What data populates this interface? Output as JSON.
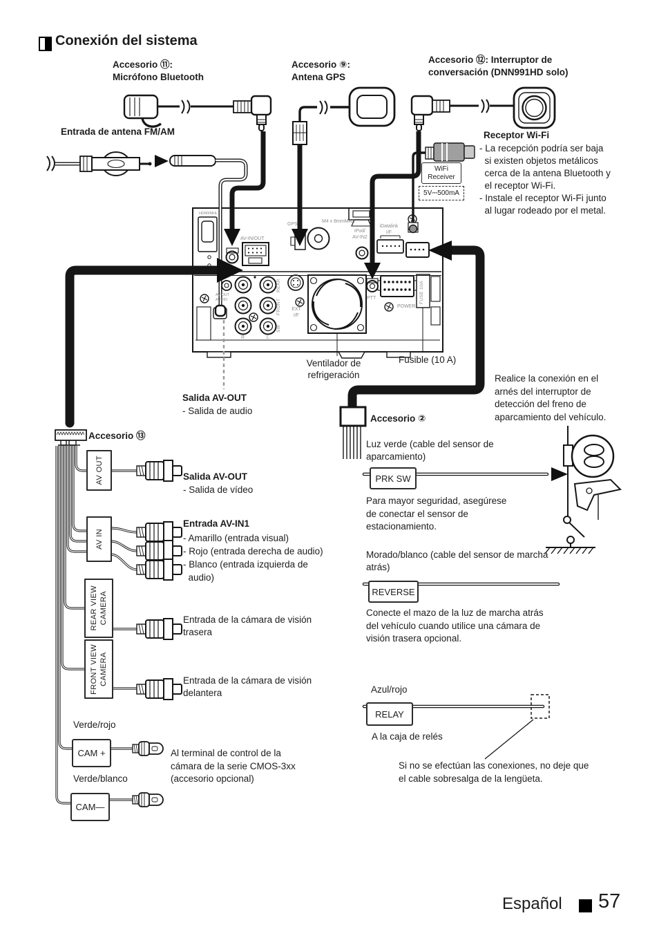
{
  "page": {
    "title": "Conexión del sistema",
    "footer": {
      "language": "Español",
      "page_number": "57"
    }
  },
  "top": {
    "acc11": "Accesorio ⑪:\nMicrófono Bluetooth",
    "acc9": "Accesorio ⑨:\nAntena GPS",
    "acc12": "Accesorio ⑫: Interruptor de\nconversación (DNN991HD solo)",
    "fm_antenna": "Entrada de antena FM/AM",
    "wifi_title": "Receptor Wi-Fi",
    "wifi_notes": "- La recepción podría ser baja\n  si existen objetos metálicos\n  cerca de la antena Bluetooth y\n  el receptor Wi-Fi.\n- Instale el receptor Wi-Fi junto\n  al lugar rodeado por el metal.",
    "wifi_receiver": "WiFi\nReceiver",
    "wifi_power": "5V⎓500mA"
  },
  "unit": {
    "hdmi": "HDMI/MHL",
    "av_in_out": "AV-IN/OUT",
    "gps": "GPS",
    "m4": "M4 x 8mmMAX",
    "ipod": "iPod/\nAV-IN2",
    "idatalink": "iDatalink\nI/F",
    "ptt": "PTT",
    "power": "POWER",
    "fuse_side": "FUSE 10A",
    "ext_if": "EXT\nI/F",
    "rear": "REAR",
    "front": "FRONT",
    "sw": "SW",
    "r": "R",
    "l": "L",
    "av_out_audio": "AV-OUT\nAUDIO",
    "fan_label": "Ventilador de\nrefrigeración",
    "fuse_label": "Fusible (10 A)"
  },
  "middle": {
    "salida_audio_title": "Salida AV-OUT",
    "salida_audio_sub": "- Salida de audio",
    "acc2": "Accesorio ②",
    "parking_note": "Realice la conexión en el\narnés del interruptor de\ndetección del freno de\naparcamiento del vehículo.",
    "luz_verde": "Luz verde (cable del sensor de\naparcamiento)",
    "prk_sw": "PRK SW",
    "seguridad": "Para mayor seguridad, asegúrese\nde conectar el sensor de\nestacionamiento.",
    "morado": "Morado/blanco (cable del sensor de marcha\natrás)",
    "reverse": "REVERSE",
    "conecte": "Conecte el mazo de la luz de marcha atrás\ndel vehículo cuando utilice una cámara de\nvisión trasera opcional.",
    "azul": "Azul/rojo",
    "relay": "RELAY",
    "caja_reles": "A la caja de relés",
    "lengueta": "Si no se efectúan las conexiones, no deje que\nel cable sobresalga de la lengüeta."
  },
  "left": {
    "acc13": "Accesorio ⑬",
    "av_out": "AV OUT",
    "av_in": "AV IN",
    "salida_video_title": "Salida AV-OUT",
    "salida_video_sub": "- Salida de vídeo",
    "entrada_title": "Entrada AV-IN1",
    "entrada_sub": "- Amarillo (entrada visual)\n- Rojo (entrada derecha de audio)\n- Blanco (entrada izquierda de\n  audio)",
    "rear_cam": "REAR VIEW\nCAMERA",
    "front_cam": "FRONT VIEW\nCAMERA",
    "cam_trasera": "Entrada de la cámara de visión\ntrasera",
    "cam_delantera": "Entrada de la cámara de visión\ndelantera",
    "verde_rojo": "Verde/rojo",
    "cam_plus": "CAM +",
    "cmos": "Al terminal de control de la\ncámara de la serie CMOS-3xx\n(accesorio opcional)",
    "verde_blanco": "Verde/blanco",
    "cam_minus": "CAM—"
  }
}
